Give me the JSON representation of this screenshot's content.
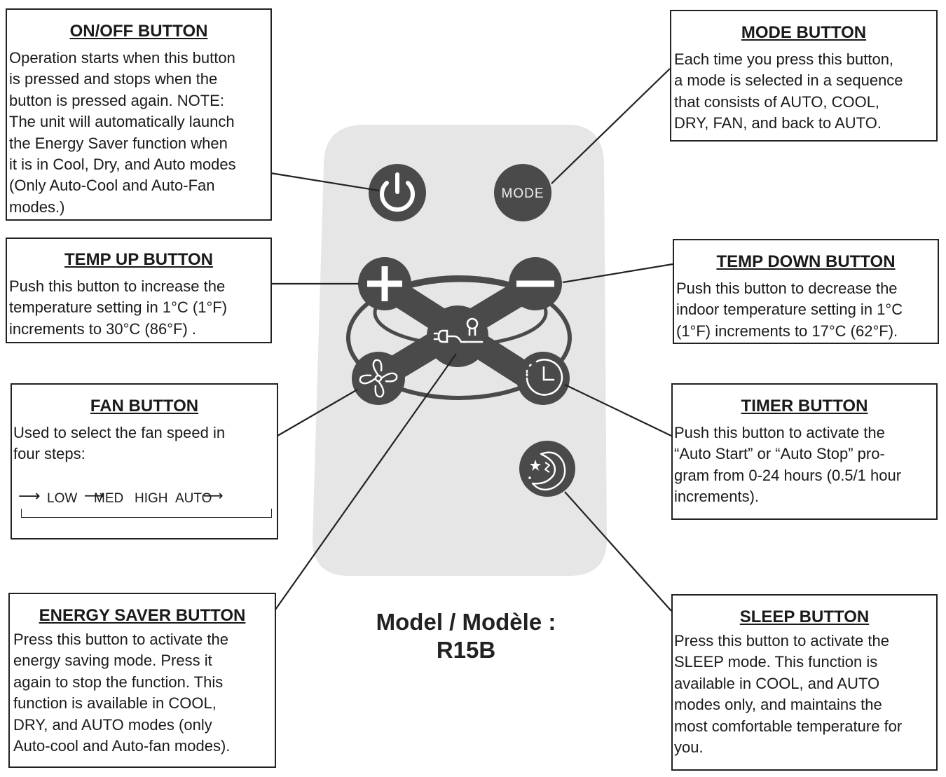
{
  "callouts": {
    "onoff": {
      "title": "ON/OFF BUTTON",
      "text": "Operation starts when this button\nis pressed and stops when the\nbutton is pressed again. NOTE:\nThe unit will automatically launch\nthe Energy Saver function when\nit is in Cool, Dry, and Auto modes\n(Only Auto-Cool and Auto-Fan\nmodes.)"
    },
    "mode": {
      "title": "MODE BUTTON",
      "text": "Each time you press this button,\na mode is selected in a sequence\nthat consists of AUTO, COOL,\nDRY, FAN, and back to AUTO."
    },
    "tempup": {
      "title": "TEMP UP BUTTON",
      "text": "Push this button to increase the\ntemperature setting in 1°C (1°F)\nincrements to 30°C (86°F) ."
    },
    "tempdown": {
      "title": "TEMP DOWN BUTTON",
      "text": "Push this button to decrease the\nindoor temperature setting in 1°C\n(1°F) increments to 17°C (62°F)."
    },
    "fan": {
      "title": "FAN BUTTON",
      "text": "Used to select the fan speed in\nfour steps:",
      "sequence": [
        "LOW",
        "MED",
        "HIGH",
        "AUTO"
      ]
    },
    "timer": {
      "title": "TIMER BUTTON",
      "text": "Push this button to activate the\n“Auto Start” or “Auto Stop” pro-\ngram from 0-24 hours (0.5/1 hour\nincrements)."
    },
    "energy": {
      "title": "ENERGY SAVER BUTTON",
      "text": "Press this button to activate the\nenergy saving mode. Press it\nagain to stop the function. This\nfunction is available in COOL,\nDRY, and AUTO modes (only\nAuto-cool and Auto-fan modes)."
    },
    "sleep": {
      "title": "SLEEP BUTTON",
      "text": "Press this button to activate the\nSLEEP mode. This function is\navailable in COOL, and AUTO\nmodes only, and maintains the\nmost comfortable temperature for\nyou."
    }
  },
  "remote": {
    "mode_label": "MODE",
    "body_color": "#e6e6e6",
    "button_color": "#4a4a4a"
  },
  "model": {
    "line1": "Model / Modèle :",
    "line2": "R15B"
  }
}
